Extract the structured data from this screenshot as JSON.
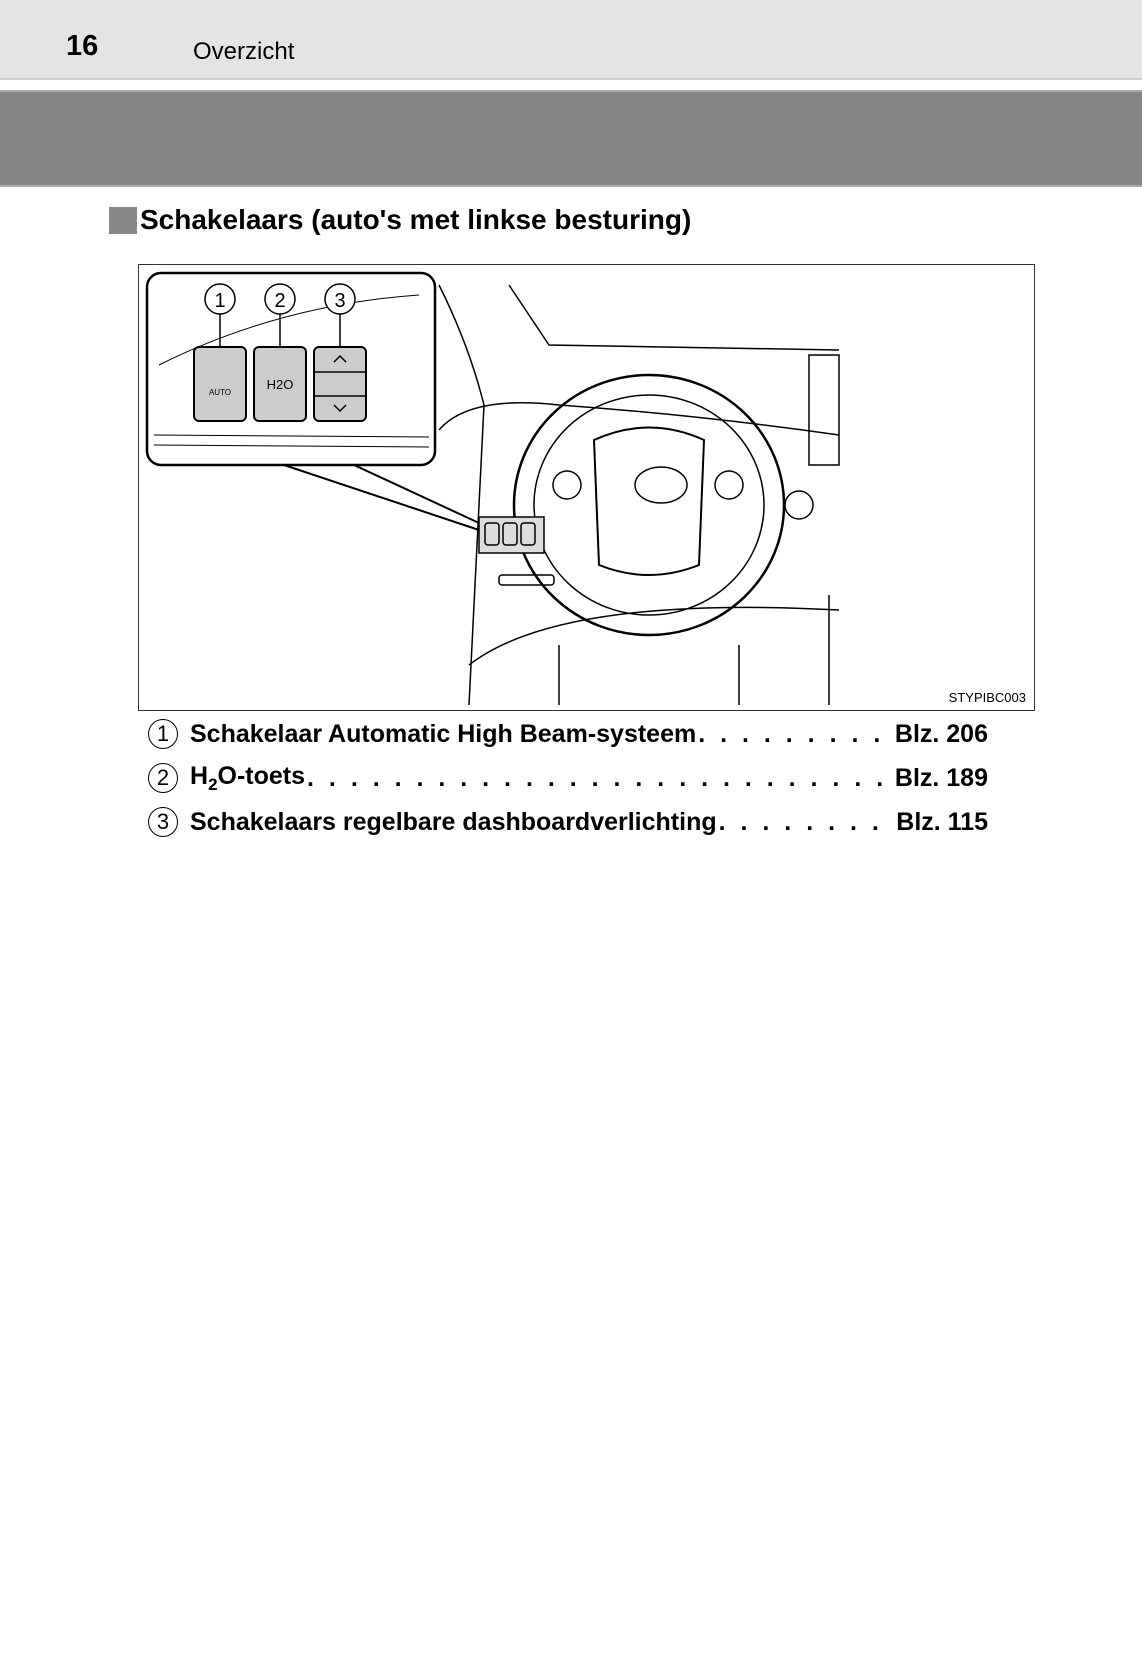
{
  "header": {
    "page_number": "16",
    "section": "Overzicht"
  },
  "heading": "Schakelaars (auto's met linkse besturing)",
  "figure": {
    "code": "STYPIBC003",
    "callouts": [
      "1",
      "2",
      "3"
    ],
    "button_labels": {
      "auto": "AUTO",
      "h2o": "H2O"
    }
  },
  "items": [
    {
      "num": "1",
      "label": "Schakelaar Automatic High Beam-systeem",
      "page": "Blz. 206"
    },
    {
      "num": "2",
      "label_pre": "H",
      "label_sub": "2",
      "label_post": "O-toets",
      "page": "Blz. 189"
    },
    {
      "num": "3",
      "label": "Schakelaars regelbare dashboardverlichting",
      "page": "Blz. 115"
    }
  ]
}
